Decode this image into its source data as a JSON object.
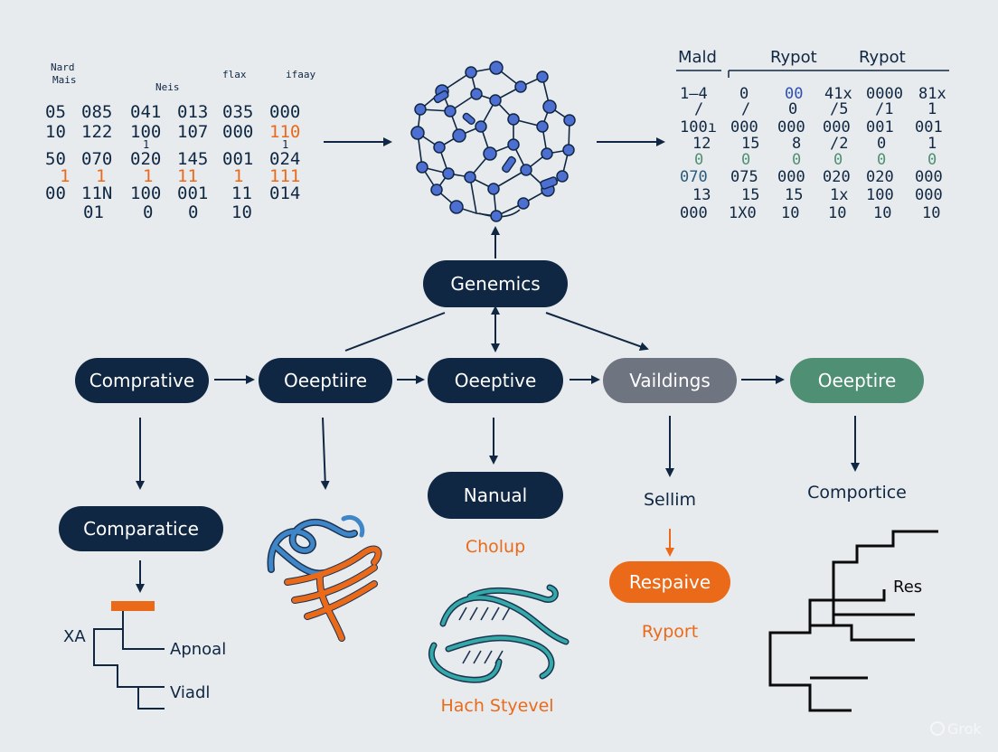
{
  "colors": {
    "navy": "#0f2742",
    "grey": "#6e7480",
    "green": "#4f8f74",
    "orange": "#ea6a1a",
    "background": "#e8ebee",
    "blue": "#4d6fd1",
    "teal": "#34aaa8"
  },
  "left_matrix": {
    "headers": [
      "Nard",
      "Mais",
      "Neis",
      "flax",
      "ifaay"
    ],
    "rows": [
      [
        "05",
        "085",
        "041",
        "013",
        "035",
        "000"
      ],
      [
        "10",
        "122",
        "100",
        "107",
        "000",
        "110"
      ],
      [
        "",
        "",
        "1",
        "",
        "",
        "1"
      ],
      [
        "50",
        "070",
        "020",
        "145",
        "001",
        "024"
      ],
      [
        "1",
        "1",
        "1",
        "11",
        "1",
        "111"
      ],
      [
        "00",
        "11N",
        "100",
        "001",
        "11",
        "014"
      ],
      [
        "",
        "01",
        "0",
        "0",
        "10",
        ""
      ]
    ]
  },
  "right_matrix": {
    "headers": [
      "Mald",
      "Rypot",
      "Rypot"
    ],
    "rows": [
      [
        "1—4",
        "0",
        "00",
        "41x",
        "0000",
        "81x"
      ],
      [
        "/",
        "/",
        "0",
        "/5",
        "/1",
        "1"
      ],
      [
        "100ı",
        "000",
        "000",
        "000",
        "001",
        "001"
      ],
      [
        "12",
        "15",
        "8",
        "/2",
        "0",
        "1"
      ],
      [
        "0",
        "0",
        "0",
        "0",
        "0",
        "0"
      ],
      [
        "070",
        "075",
        "000",
        "020",
        "020",
        "000"
      ],
      [
        "13",
        "15",
        "15",
        "1x",
        "100",
        "000"
      ],
      [
        "000",
        "1X0",
        "10",
        "10",
        "10",
        "10"
      ]
    ]
  },
  "nodes": {
    "genemics": "Genemics",
    "comprative": "Comprative",
    "oeeptiire": "Oeeptiire",
    "oeeptive": "Oeeptive",
    "vaildings": "Vaildings",
    "oeeptire": "Oeeptire",
    "comparatice": "Comparatice",
    "nanual": "Nanual",
    "respaive": "Respaive"
  },
  "labels": {
    "cholup": "Cholup",
    "sellim": "Sellim",
    "ryport": "Ryport",
    "comportice": "Comportice",
    "hach_styevel": "Hach Styevel",
    "res": "Res",
    "xa": "XA",
    "apnoal": "Apnoal",
    "viadl": "Viadl"
  },
  "watermark": "Grok"
}
